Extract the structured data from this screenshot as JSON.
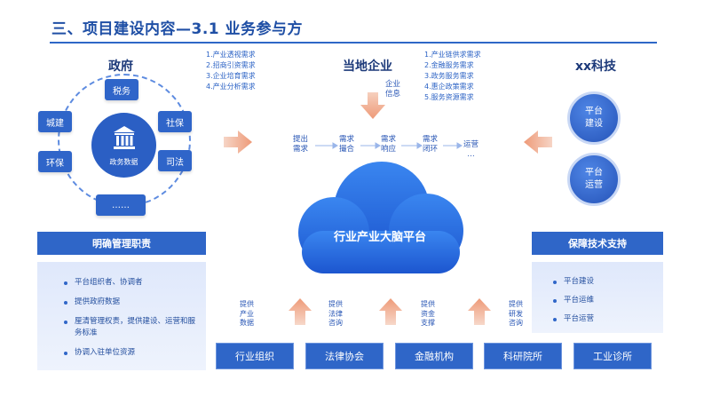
{
  "title": "三、项目建设内容—3.1 业务参与方",
  "gov": {
    "heading": "政府",
    "center": "政务数据",
    "nodes": [
      "税务",
      "社保",
      "司法",
      "……",
      "环保",
      "城建"
    ]
  },
  "gov_needs": [
    "1.产业透视需求",
    "2.招商引资需求",
    "3.企业培育需求",
    "4.产业分析需求"
  ],
  "enterprise": {
    "heading": "当地企业",
    "info_label": [
      "企业",
      "信息"
    ],
    "needs": [
      "1.产业链供求需求",
      "2.金融服务需求",
      "3.政务服务需求",
      "4.惠企政策需求",
      "5.服务资源需求"
    ]
  },
  "tech": {
    "heading": "xx科技",
    "circles": [
      [
        "平台",
        "建设"
      ],
      [
        "平台",
        "运营"
      ]
    ]
  },
  "flow": [
    [
      "提出",
      "需求"
    ],
    [
      "需求",
      "撮合"
    ],
    [
      "需求",
      "响应"
    ],
    [
      "需求",
      "闭环"
    ],
    [
      "运营",
      "…"
    ]
  ],
  "cloud_label": "行业产业大脑平台",
  "left_panel": {
    "title": "明确管理职责",
    "items": [
      "平台组织者、协调者",
      "提供政府数据",
      "厘清管理权责，提供建设、运营和服务标准",
      "协调入驻单位资源"
    ]
  },
  "right_panel": {
    "title": "保障技术支持",
    "items": [
      "平台建设",
      "平台运维",
      "平台运营"
    ]
  },
  "supports": [
    [
      "提供",
      "产业",
      "数据"
    ],
    [
      "提供",
      "法律",
      "咨询"
    ],
    [
      "提供",
      "资金",
      "支撑"
    ],
    [
      "提供",
      "研发",
      "咨询"
    ]
  ],
  "bottom": [
    "行业组织",
    "法律协会",
    "金融机构",
    "科研院所",
    "工业诊所"
  ],
  "colors": {
    "primary": "#2f66c8",
    "arrow": "#f0a483",
    "cloud": "#2f73e6"
  }
}
